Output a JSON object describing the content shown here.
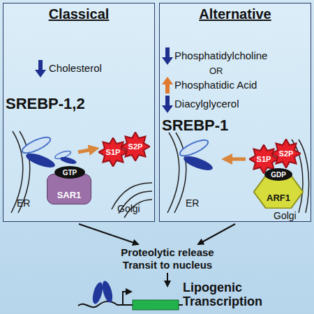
{
  "diagram": {
    "nodes": [
      {
        "text": [
          "Classical"
        ]
      },
      {
        "text": [
          "SAR1"
        ],
        "in": 0
      },
      {
        "text": [
          "GTP"
        ],
        "in": 1
      },
      {
        "text": [
          "S1P"
        ],
        "in": 0
      },
      {
        "text": [
          "S2P"
        ],
        "in": 0
      },
      {
        "text": [
          "Alternative"
        ]
      },
      {
        "text": [
          "S1P"
        ],
        "in": 5
      },
      {
        "text": [
          "S2P"
        ],
        "in": 5
      },
      {
        "text": [
          "ARF1"
        ],
        "in": 5
      },
      {
        "text": [
          "GDP"
        ],
        "in": 8
      }
    ],
    "labels": [
      "Cholesterol",
      "SREBP-1,2",
      "ER",
      "Golgi",
      "Phosphatidylcholine",
      "OR",
      "Phosphatidic Acid",
      "Diacylglycerol",
      "SREBP-1",
      "ER",
      "Golgi",
      "Proteolytic release",
      "Transit to nucleus",
      "Lipogenic Transcription"
    ]
  }
}
